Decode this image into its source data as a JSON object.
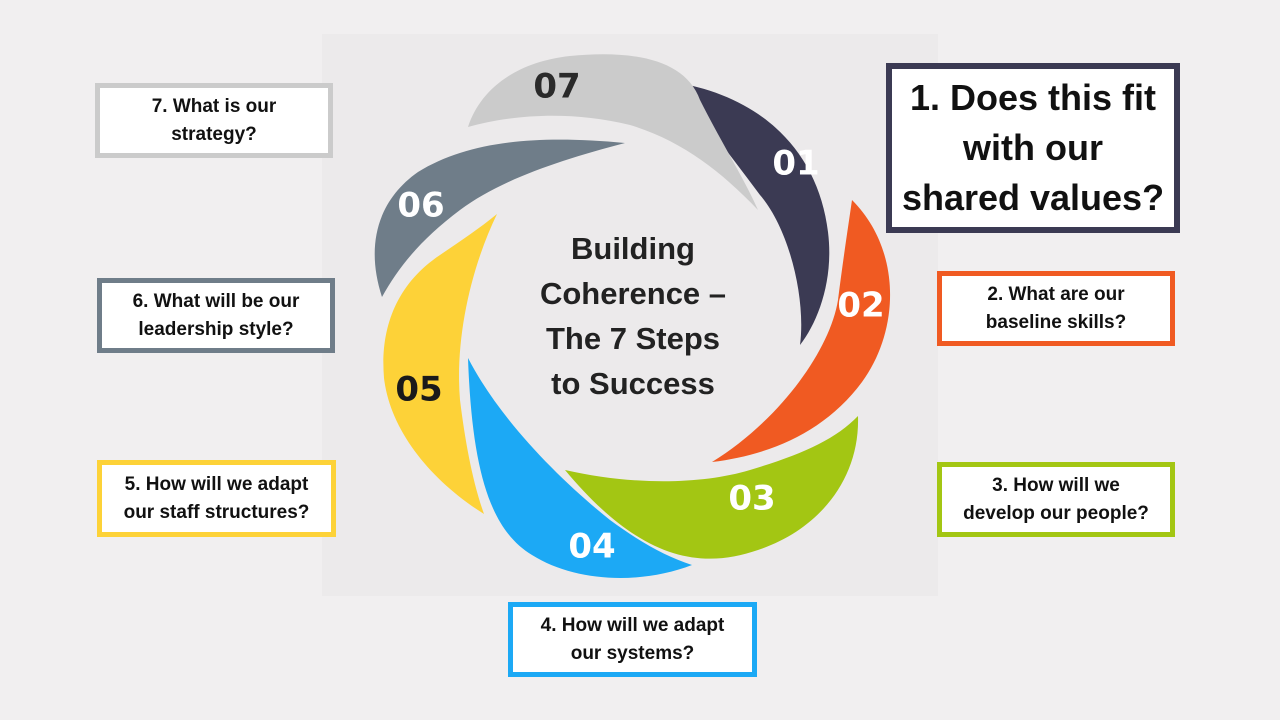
{
  "diagram": {
    "center_title_lines": [
      "Building",
      "Coherence –",
      "The 7 Steps",
      "to Success"
    ],
    "steps": [
      {
        "number": "01",
        "color": "#3b3a53",
        "number_color": "#ffffff",
        "question_lines": [
          "1. Does this fit",
          "with our",
          "shared values?"
        ]
      },
      {
        "number": "02",
        "color": "#f05a22",
        "number_color": "#ffffff",
        "question_lines": [
          "2. What are our",
          "baseline skills?"
        ]
      },
      {
        "number": "03",
        "color": "#a3c613",
        "number_color": "#ffffff",
        "question_lines": [
          "3. How will we",
          "develop our people?"
        ]
      },
      {
        "number": "04",
        "color": "#1ca9f5",
        "number_color": "#ffffff",
        "question_lines": [
          "4. How will we adapt",
          "our systems?"
        ]
      },
      {
        "number": "05",
        "color": "#fdd238",
        "number_color": "#1a1a1a",
        "question_lines": [
          "5. How will we adapt",
          "our staff structures?"
        ]
      },
      {
        "number": "06",
        "color": "#6f7d89",
        "number_color": "#ffffff",
        "question_lines": [
          "6. What will be our",
          "leadership style?"
        ]
      },
      {
        "number": "07",
        "color": "#cbcbcb",
        "number_color": "#2a2a2a",
        "question_lines": [
          "7. What is our",
          "strategy?"
        ]
      }
    ]
  }
}
